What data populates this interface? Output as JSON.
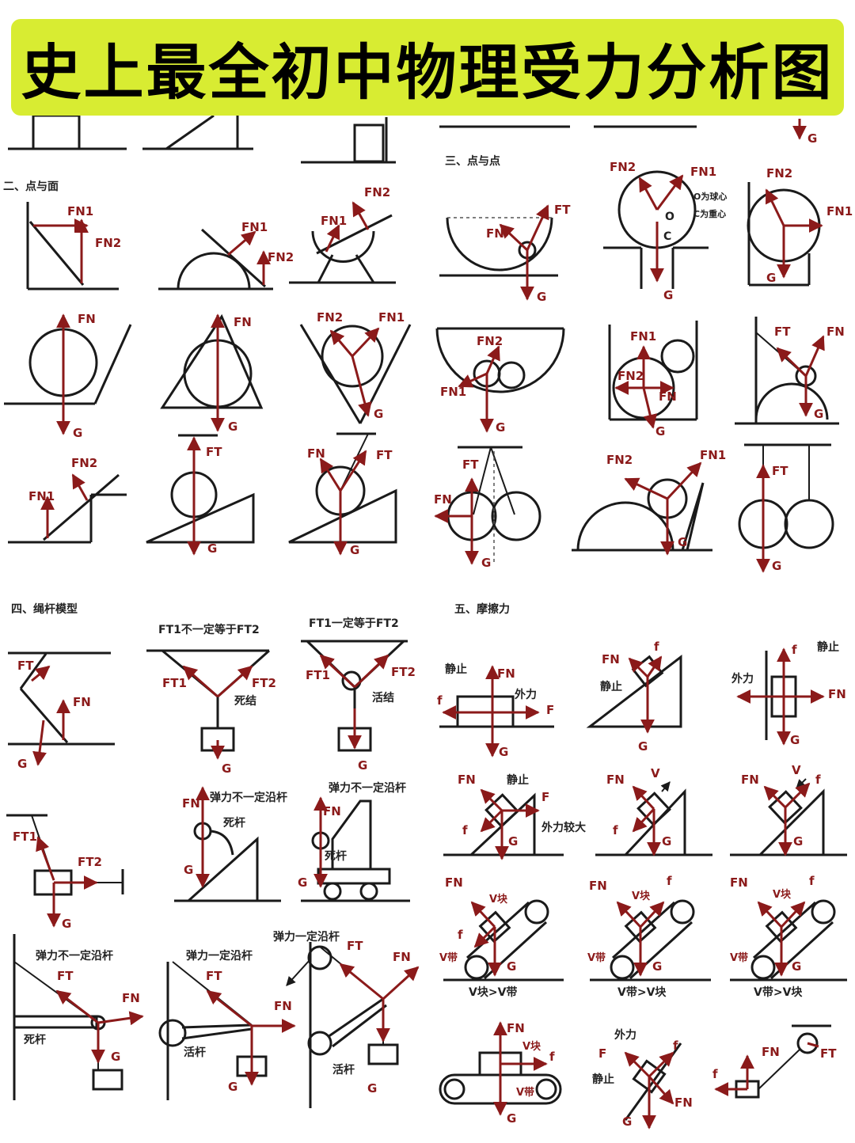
{
  "title": "史上最全初中物理受力分析图",
  "sections": {
    "point_surface": "二、点与面",
    "point_point": "三、点与点",
    "rope_rod": "四、绳杆模型",
    "friction": "五、摩擦力"
  },
  "labels": {
    "fn": "FN",
    "fn1": "FN1",
    "fn2": "FN2",
    "ft": "FT",
    "ft1": "FT1",
    "ft2": "FT2",
    "g": "G",
    "f_small": "f",
    "f_big": "F",
    "o_center": "O",
    "c_center": "C",
    "o_note": "O为球心",
    "c_note": "C为重心",
    "ft1_neq_ft2": "FT1不一定等于FT2",
    "ft1_eq_ft2": "FT1一定等于FT2",
    "dead_knot": "死结",
    "live_knot": "活结",
    "elastic_not_along_rod": "弹力不一定沿杆",
    "elastic_along_rod": "弹力一定沿杆",
    "dead_rod": "死杆",
    "live_rod": "活杆",
    "static": "静止",
    "external_force": "外力",
    "external_force_large": "外力较大",
    "v": "V",
    "v_block": "V块",
    "v_belt": "V带",
    "vblock_gt_vbelt": "V块>V带",
    "vbelt_gt_vblock": "V带>V块"
  },
  "colors": {
    "banner": "#d8ec32",
    "force_arrow": "#8b1a1a",
    "line": "#1a1a1a"
  }
}
